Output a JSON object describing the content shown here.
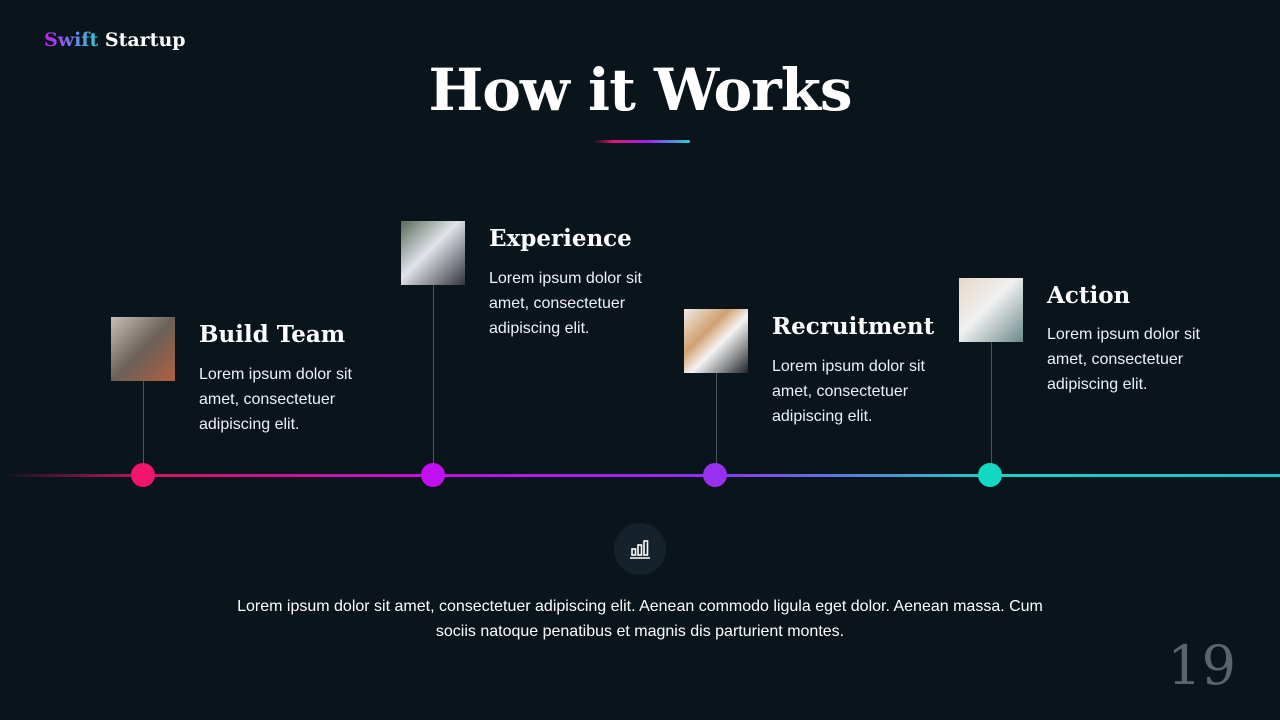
{
  "brand": {
    "part1": "Swift",
    "part2": " Startup"
  },
  "title": "How it Works",
  "steps": [
    {
      "title": "Build Team",
      "text": "Lorem ipsum dolor sit amet, consectetuer adipiscing elit.",
      "color": "#f0146c"
    },
    {
      "title": "Experience",
      "text": "Lorem ipsum dolor sit amet, consectetuer adipiscing elit.",
      "color": "#c010f0"
    },
    {
      "title": "Recruitment",
      "text": "Lorem ipsum dolor sit amet, consectetuer adipiscing elit.",
      "color": "#9830f0"
    },
    {
      "title": "Action",
      "text": "Lorem ipsum dolor sit amet, consectetuer adipiscing elit.",
      "color": "#12d8c4"
    }
  ],
  "center_icon": "bar-chart-icon",
  "footer_text": "Lorem ipsum dolor sit amet, consectetuer adipiscing elit. Aenean commodo ligula eget dolor. Aenean massa. Cum sociis natoque penatibus et magnis dis parturient montes.",
  "page_number": "19"
}
